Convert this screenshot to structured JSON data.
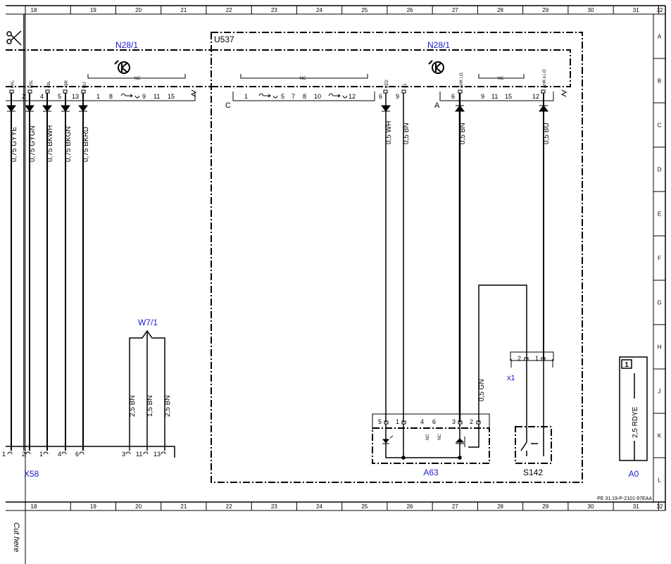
{
  "grid": {
    "columns": [
      "18",
      "19",
      "20",
      "21",
      "22",
      "23",
      "24",
      "25",
      "26",
      "27",
      "28",
      "29",
      "30",
      "31",
      "32"
    ],
    "rows": [
      "A",
      "B",
      "C",
      "D",
      "E",
      "F",
      "G",
      "H",
      "J",
      "K",
      "L"
    ]
  },
  "labels": {
    "n28_left": "N28/1",
    "n28_right": "N28/1",
    "u537": "U537",
    "w7": "W7/1",
    "x58": "X58",
    "a63": "A63",
    "s142": "S142",
    "a0": "A0",
    "x1": "x1",
    "conn_c": "C",
    "conn_a": "A",
    "nc": "NC",
    "ref": "PE 31.19-P-2101-97EAA",
    "cut_here": "Cut here"
  },
  "left_connector": {
    "pins": [
      "RFL",
      "NSL",
      "49L",
      "49R",
      "BU"
    ],
    "pin_numbers": [
      "2",
      "4",
      "5",
      "13"
    ],
    "extra_pins": [
      "1",
      "8",
      "9",
      "11",
      "15"
    ],
    "wires": [
      "0,75 GYYE",
      "0,75 GYGN",
      "0,75 BKWH",
      "0,75 BKGN",
      "0,75 BKRD"
    ]
  },
  "connector_c": {
    "pins": [
      "1",
      "5",
      "7",
      "8",
      "10",
      "12",
      "6",
      "9"
    ],
    "pin_labels": [
      "LED",
      "31"
    ]
  },
  "connector_a": {
    "pins": [
      "6",
      "9",
      "11",
      "15",
      "12"
    ],
    "pin_labels": [
      "AHK i.O.",
      "AHK n.i.O"
    ]
  },
  "right_wires": [
    "0,5 WH",
    "0,5 BN",
    "0,5 BN",
    "0,5 BU",
    "0,5 GN"
  ],
  "w7_wires": [
    "2,5 BN",
    "1,5 BN",
    "2,5 BN"
  ],
  "x58_pins": [
    "1",
    "2",
    "1",
    "4",
    "6",
    "3",
    "11",
    "13"
  ],
  "a63_pins": [
    "5",
    "1",
    "4",
    "6",
    "3",
    "2"
  ],
  "x1_pins": [
    "2",
    "1"
  ],
  "a0_wire": "2,5 RDYE",
  "a0_icon": "1"
}
